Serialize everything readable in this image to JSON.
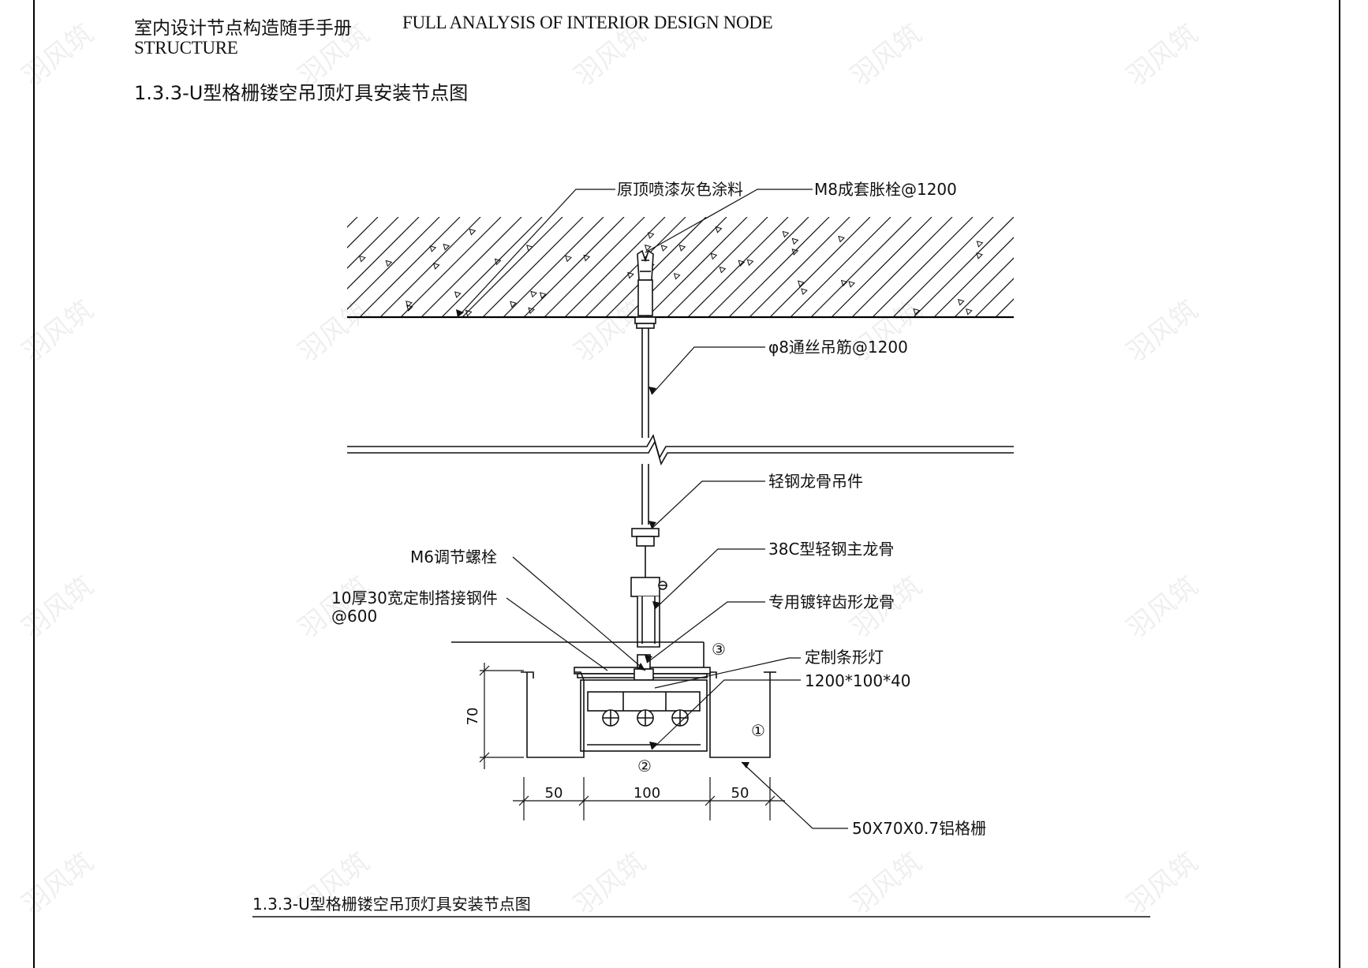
{
  "header": {
    "title_cn": "室内设计节点构造随手手册",
    "title_en": "FULL ANALYSIS OF INTERIOR DESIGN NODE",
    "title_en_line2": "STRUCTURE",
    "section_title": "1.3.3-U型格栅镂空吊顶灯具安装节点图"
  },
  "labels": {
    "ceiling_paint": "原顶喷漆灰色涂料",
    "anchor_bolt": "M8成套胀栓@1200",
    "hanger_rod": "φ8通丝吊筋@1200",
    "hanger_clip": "轻钢龙骨吊件",
    "main_keel": "38C型轻钢主龙骨",
    "m6_bolt": "M6调节螺栓",
    "connector_plate_1": "10厚30宽定制搭接钢件",
    "connector_plate_2": "@600",
    "tooth_keel": "专用镀锌齿形龙骨",
    "strip_light_1": "定制条形灯",
    "strip_light_2": "1200*100*40",
    "grille": "50X70X0.7铝格栅"
  },
  "markers": {
    "m1": "①",
    "m2": "②",
    "m3": "③"
  },
  "dimensions": {
    "height": "70",
    "w_left": "50",
    "w_mid": "100",
    "w_right": "50"
  },
  "footer": {
    "caption": "1.3.3-U型格栅镂空吊顶灯具安装节点图"
  },
  "watermark": "羽风筑"
}
